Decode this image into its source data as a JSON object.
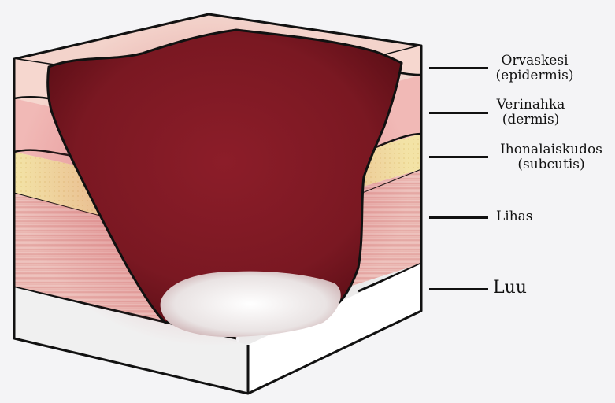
{
  "labels": {
    "epidermis": {
      "line1": "Orvaskesi",
      "line2": "(epidermis)"
    },
    "dermis": {
      "line1": "Verinahka",
      "line2": "(dermis)"
    },
    "subcutis": {
      "line1": "Ihonalaiskudos",
      "line2": "(subcutis)"
    },
    "muscle": {
      "line1": "Lihas"
    },
    "bone": {
      "line1": "Luu"
    }
  },
  "colors": {
    "background": "#f4f4f6",
    "epidermis": "#f6d7cf",
    "dermis": "#f1b9b6",
    "subcutis": "#f3e3a6",
    "muscle": "#eab1ad",
    "bone": "#ececec",
    "wound": "#7f1a24",
    "outline": "#111111"
  }
}
